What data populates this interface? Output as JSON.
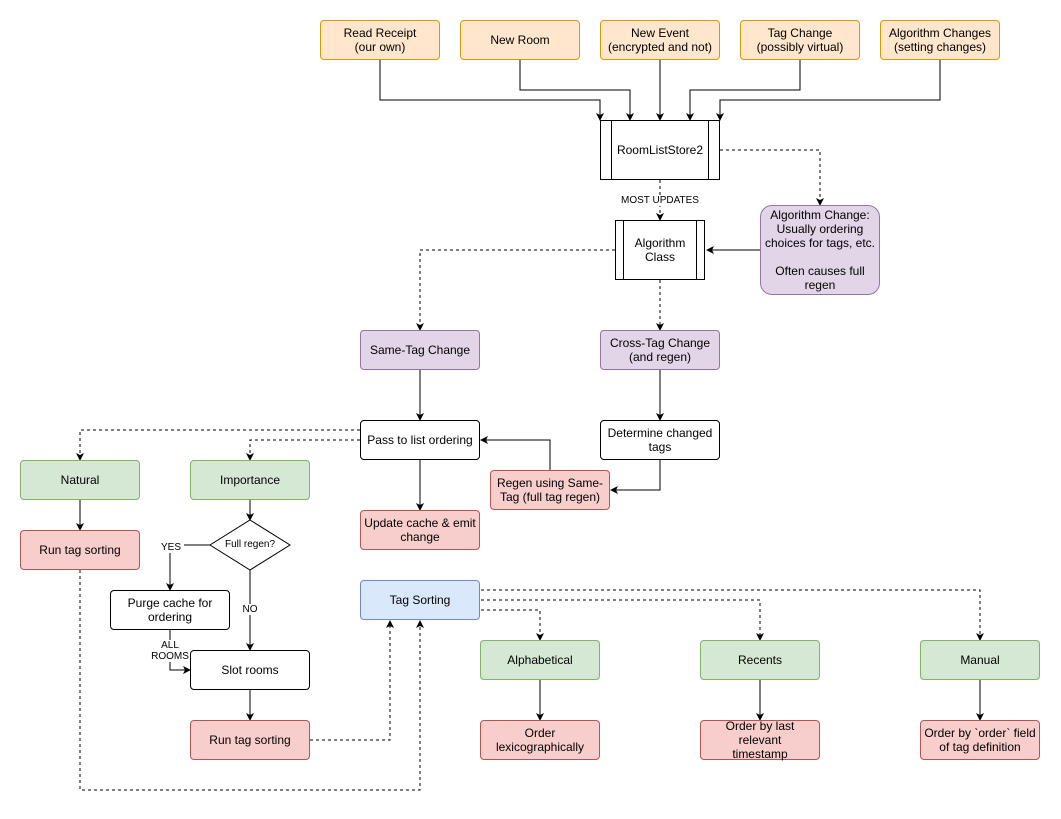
{
  "nodes": {
    "read_receipt": "Read Receipt\n(our own)",
    "new_room": "New Room",
    "new_event": "New Event\n(encrypted and not)",
    "tag_change": "Tag Change\n(possibly virtual)",
    "algorithm_changes": "Algorithm Changes\n(setting changes)",
    "room_list_store": "RoomListStore2",
    "algorithm_class": "Algorithm\nClass",
    "algorithm_change_note": "Algorithm Change:\nUsually ordering\nchoices for tags, etc.\n\nOften causes full\nregen",
    "same_tag_change": "Same-Tag Change",
    "cross_tag_change": "Cross-Tag Change\n(and regen)",
    "pass_to_list_ordering": "Pass to list ordering",
    "determine_changed_tags": "Determine changed\ntags",
    "regen_same_tag": "Regen using Same-\nTag (full tag regen)",
    "natural": "Natural",
    "importance": "Importance",
    "run_tag_sorting_natural": "Run tag sorting",
    "full_regen": "Full regen?",
    "update_cache": "Update cache & emit\nchange",
    "purge_cache": "Purge cache for\nordering",
    "slot_rooms": "Slot rooms",
    "run_tag_sorting_importance": "Run tag sorting",
    "tag_sorting": "Tag Sorting",
    "alphabetical": "Alphabetical",
    "recents": "Recents",
    "manual": "Manual",
    "order_lexico": "Order\nlexicographically",
    "order_last_ts": "Order by last relevant\ntimestamp",
    "order_by_field": "Order by `order` field\nof tag definition"
  },
  "edge_labels": {
    "most_updates": "MOST UPDATES",
    "yes": "YES",
    "no": "NO",
    "all_rooms": "ALL\nROOMS"
  }
}
